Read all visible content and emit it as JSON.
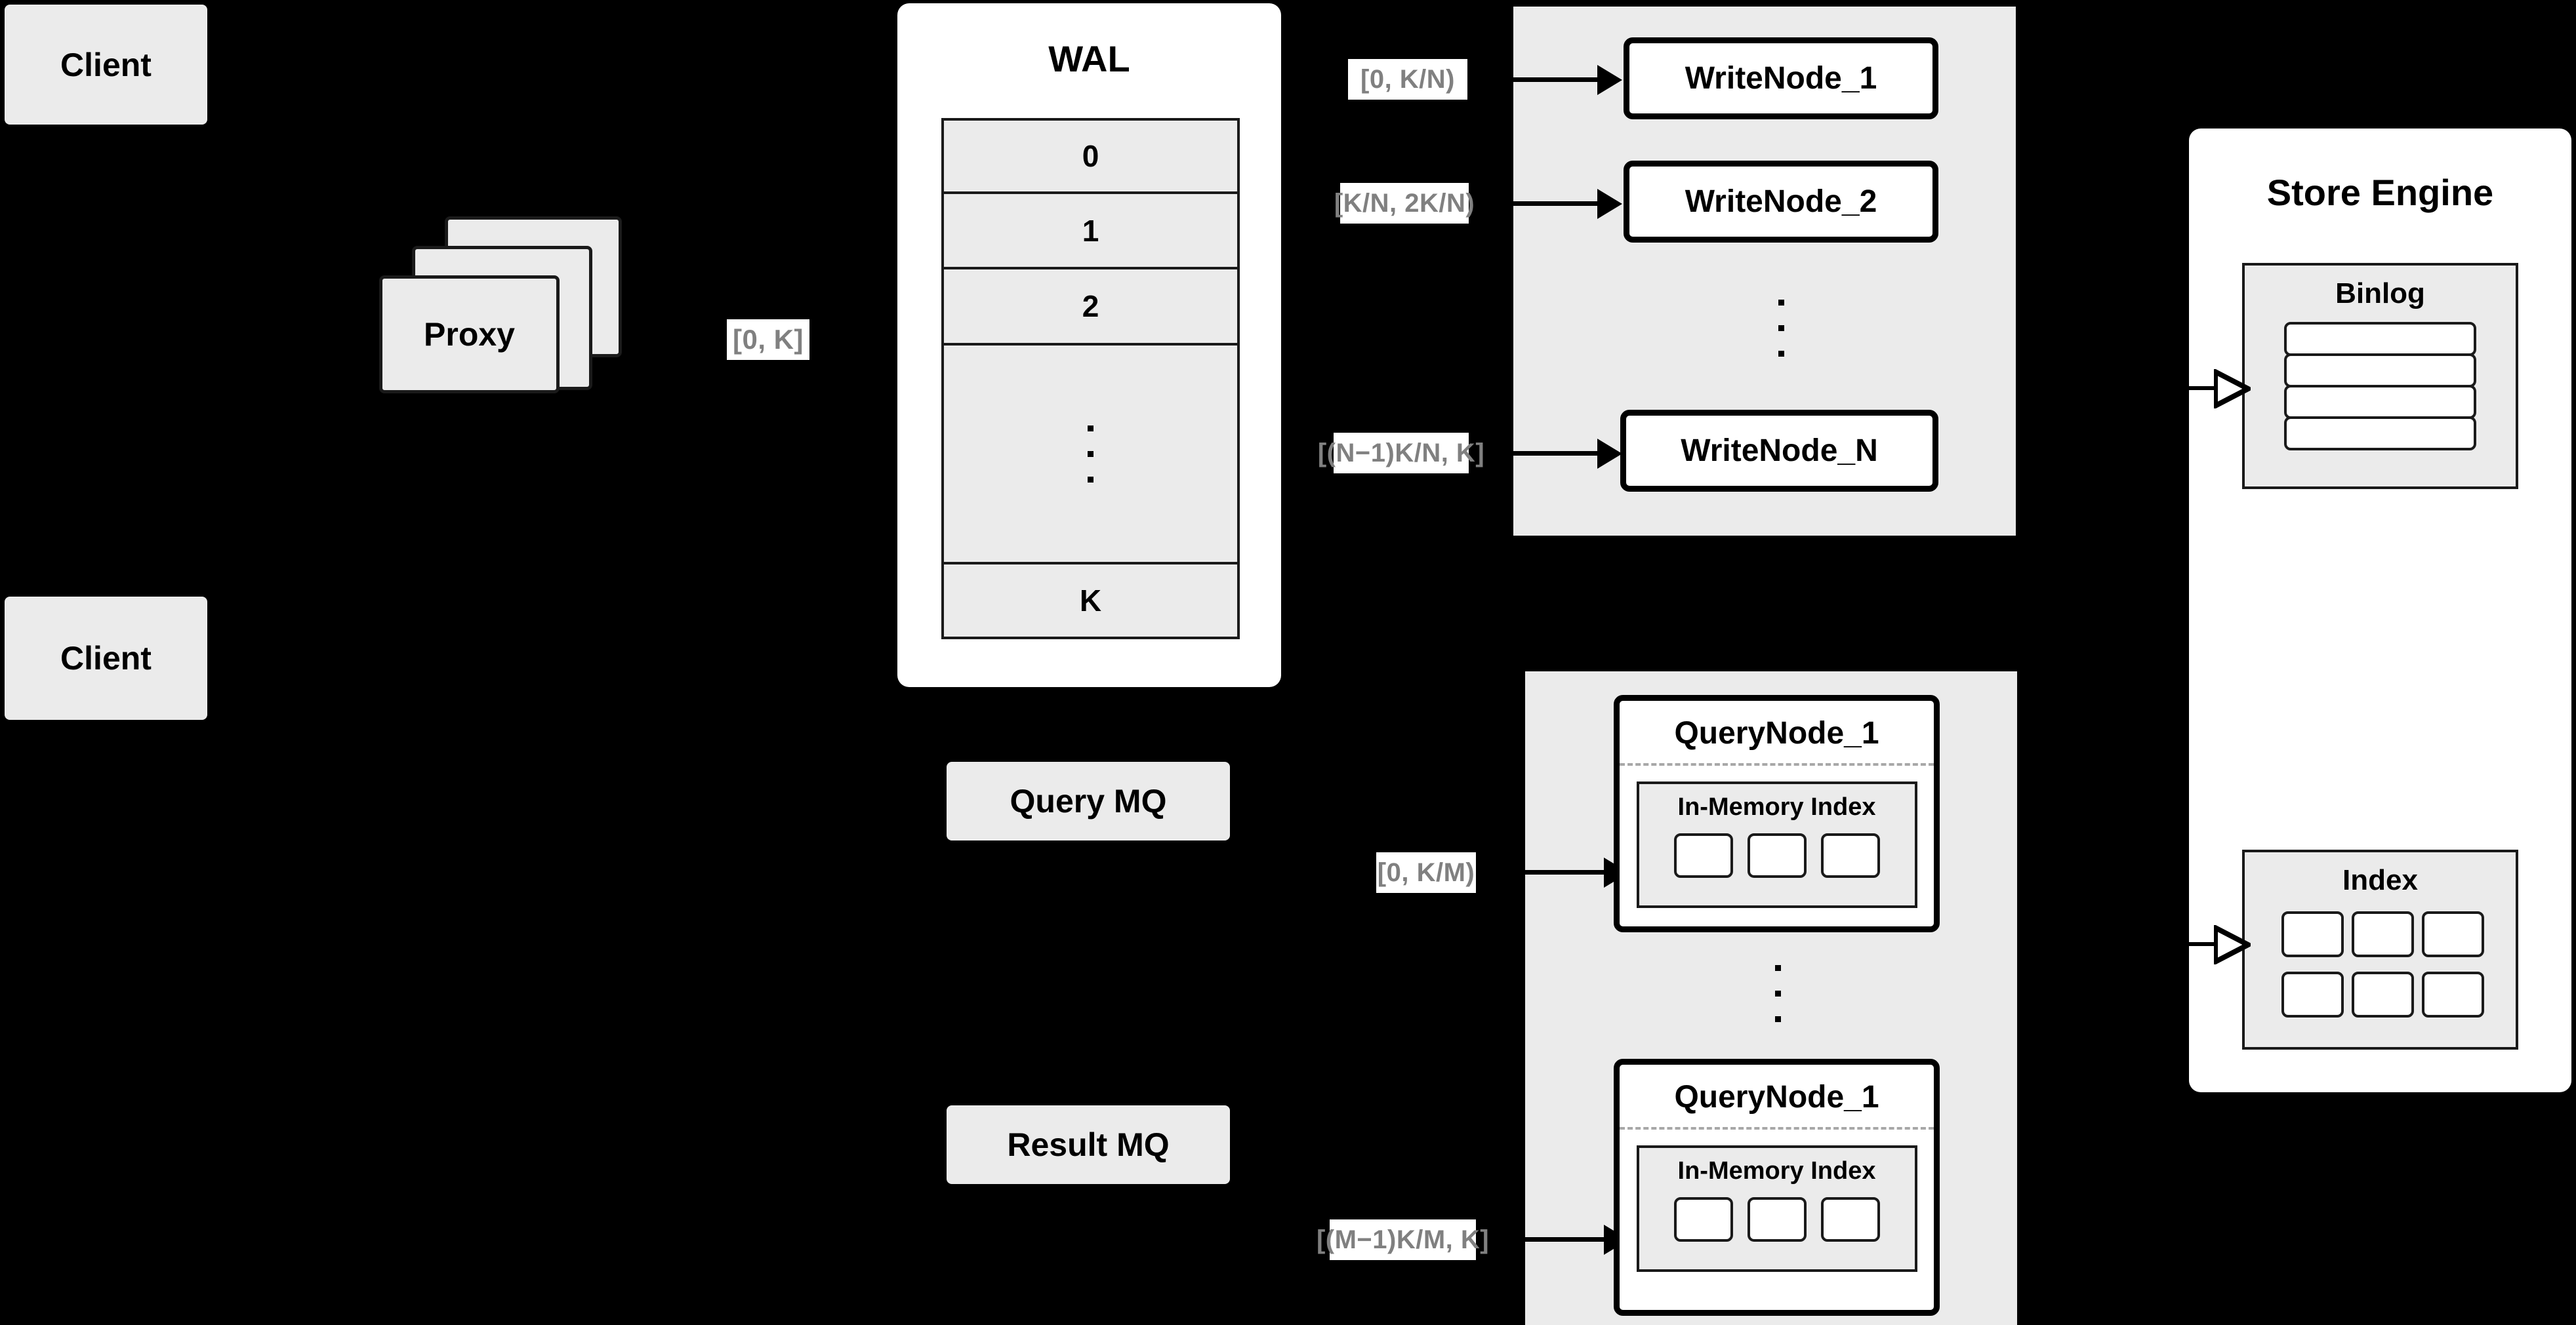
{
  "diagram": {
    "title": "Distributed Write/Query Architecture",
    "background_color": "#000000",
    "node_fill": "#ebebeb",
    "panel_fill": "#ffffff",
    "border_color": "#000000",
    "label_text_color": "#808080"
  },
  "clients": [
    {
      "label": "Client"
    },
    {
      "label": "Client"
    }
  ],
  "proxy": {
    "label": "Proxy",
    "stack_count": 3
  },
  "labels": {
    "proxy_to_wal": "[0, K]",
    "write_node_1": "[0,  K/N)",
    "write_node_2": "[K/N, 2K/N)",
    "write_node_n": "[(N−1)K/N,  K]",
    "query_node_1": "[0, K/M)",
    "query_node_m": "[(M−1)K/M, K]"
  },
  "wal": {
    "title": "WAL",
    "rows": [
      "0",
      "1",
      "2",
      "⋮",
      "K"
    ],
    "ellipsis_row_index": 3
  },
  "write_cluster": {
    "nodes": [
      {
        "label": "WriteNode_1"
      },
      {
        "label": "WriteNode_2"
      },
      {
        "label": "WriteNode_N"
      }
    ],
    "ellipsis_dots": 3
  },
  "query_cluster": {
    "nodes": [
      {
        "label": "QueryNode_1",
        "index": {
          "title": "In-Memory Index",
          "slots": 3
        }
      },
      {
        "label": "QueryNode_1",
        "index": {
          "title": "In-Memory Index",
          "slots": 3
        }
      }
    ],
    "ellipsis_dots": 3
  },
  "message_queues": [
    {
      "label": "Query MQ"
    },
    {
      "label": "Result MQ"
    }
  ],
  "store_engine": {
    "title": "Store Engine",
    "sections": [
      {
        "title": "Binlog",
        "slots": 4,
        "layout": "rows"
      },
      {
        "title": "Index",
        "slots": 6,
        "layout": "grid-3x2"
      }
    ]
  },
  "icons": {
    "arrow_solid": "arrow-right-solid-icon",
    "arrow_open": "arrow-right-open-icon",
    "vertical_ellipsis": "vertical-ellipsis-icon"
  }
}
